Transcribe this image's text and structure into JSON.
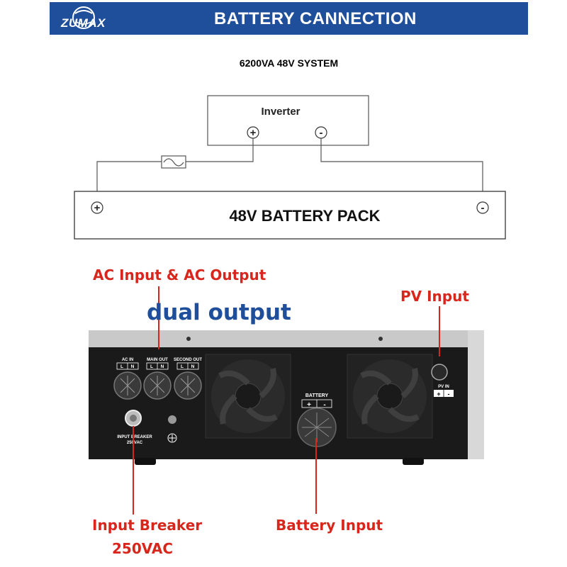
{
  "header": {
    "logo_text": "ZUMAX",
    "title": "BATTERY CANNECTION"
  },
  "diagram": {
    "system_label": "6200VA 48V SYSTEM",
    "inverter_label": "Inverter",
    "inverter_pos_symbol": "+",
    "inverter_neg_symbol": "-",
    "battery_label": "48V BATTERY PACK",
    "battery_pos_symbol": "+",
    "battery_neg_symbol": "-"
  },
  "device": {
    "ac_in_label": "AC IN",
    "main_out_label": "MAIN OUT",
    "second_out_label": "SECOND OUT",
    "terminal_l": "L",
    "terminal_n": "N",
    "breaker_text_1": "INPUT BREAKER",
    "breaker_text_2": "250VAC",
    "battery_port_label": "BATTERY",
    "battery_port_pos": "+",
    "battery_port_neg": "-",
    "pv_in_label": "PV IN",
    "pv_pos": "+",
    "pv_neg": "-"
  },
  "callouts": {
    "ac_input_output": "AC Input & AC Output",
    "dual_output": "dual output",
    "pv_input": "PV Input",
    "input_breaker": "Input Breaker",
    "input_breaker_rating": "250VAC",
    "battery_input": "Battery Input"
  },
  "colors": {
    "header_bg": "#1f4e9a",
    "callout_red": "#d9261c",
    "callout_blue": "#1f4e9a",
    "device_body": "#1a1a1a"
  }
}
